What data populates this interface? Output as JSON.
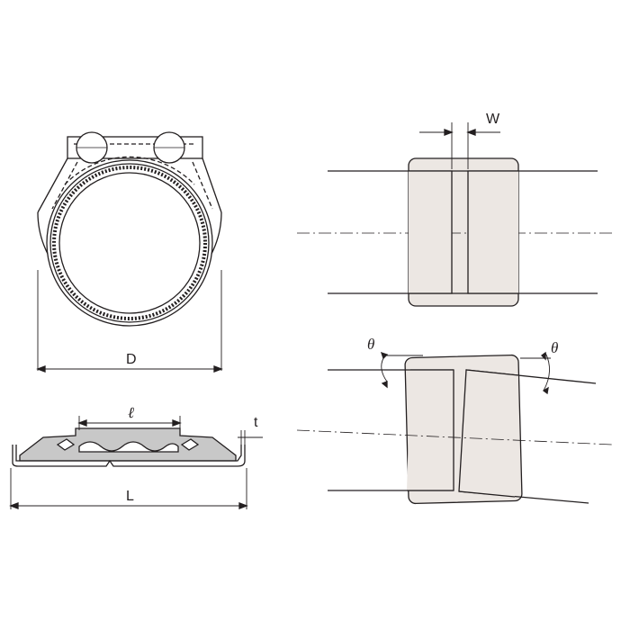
{
  "labels": {
    "diameter": "D",
    "length": "L",
    "gasket_width": "ℓ",
    "thickness": "t",
    "gap": "W",
    "angle_left": "θ",
    "angle_right": "θ"
  },
  "colors": {
    "line": "#231f20",
    "housing_fill": "#ece7e3",
    "gasket_fill": "#c8c8c8",
    "gasket_fill_light": "#d9d9d9"
  }
}
